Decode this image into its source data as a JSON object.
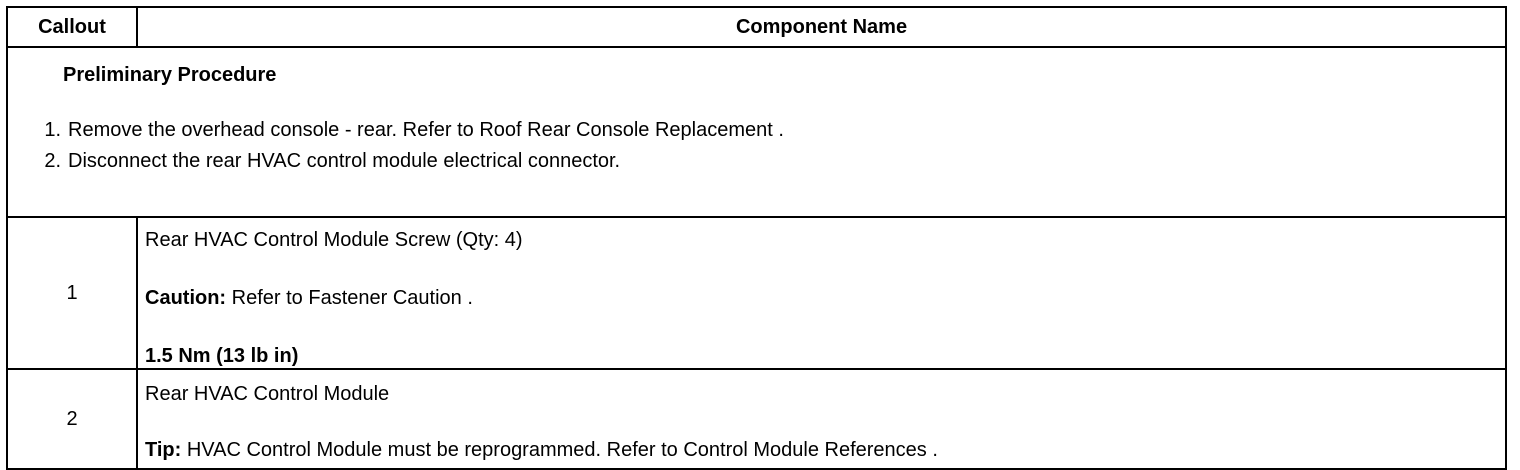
{
  "table": {
    "headers": {
      "callout": "Callout",
      "component": "Component Name"
    },
    "preliminary": {
      "title": "Preliminary Procedure",
      "steps": [
        {
          "num": "1",
          "text": "Remove the overhead console - rear. Refer to Roof Rear Console Replacement ."
        },
        {
          "num": "2",
          "text": "Disconnect the rear HVAC control module electrical connector."
        }
      ]
    },
    "rows": [
      {
        "callout": "1",
        "name": "Rear HVAC Control Module Screw (Qty: 4)",
        "note_label": "Caution:",
        "note_text": " Refer to Fastener Caution .",
        "torque": "1.5 Nm (13 lb in)"
      },
      {
        "callout": "2",
        "name": "Rear HVAC Control Module",
        "note_label": "Tip:",
        "note_text": " HVAC Control Module must be reprogrammed. Refer to Control Module References ."
      }
    ]
  }
}
